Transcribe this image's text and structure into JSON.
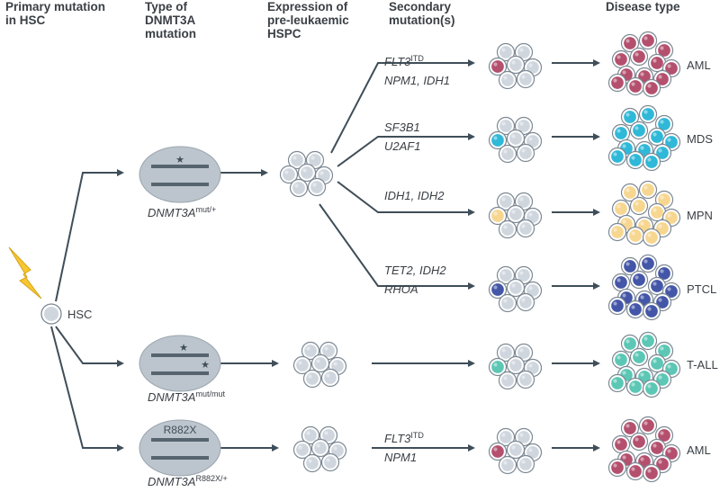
{
  "headers": {
    "primary_mutation": "Primary mutation\nin HSC",
    "dnmt3a_type": "Type of\nDNMT3A\nmutation",
    "expression": "Expression of\npre-leukaemic\nHSPC",
    "secondary": "Secondary\nmutation(s)",
    "disease": "Disease type"
  },
  "hsc_label": "HSC",
  "mutations": {
    "het": {
      "gene": "DNMT3A",
      "superscript": "mut/+"
    },
    "hom": {
      "gene": "DNMT3A",
      "superscript": "mut/mut"
    },
    "r882": {
      "gene": "DNMT3A",
      "superscript": "R882X/+",
      "chromosome_label": "R882X"
    }
  },
  "branches": [
    {
      "line1_gene": "FLT3",
      "line1_sup": "ITD",
      "line2": "NPM1, IDH1",
      "disease": "AML"
    },
    {
      "line1_gene": "SF3B1",
      "line1_sup": "",
      "line2": "U2AF1",
      "disease": "MDS"
    },
    {
      "line1_gene": "IDH1, IDH2",
      "line1_sup": "",
      "line2": "",
      "disease": "MPN"
    },
    {
      "line1_gene": "TET2, IDH2",
      "line1_sup": "",
      "line2": "RHOA",
      "disease": "PTCL"
    },
    {
      "line1_gene": "",
      "line1_sup": "",
      "line2": "",
      "disease": "T-ALL"
    },
    {
      "line1_gene": "FLT3",
      "line1_sup": "ITD",
      "line2": "NPM1",
      "disease": "AML"
    }
  ],
  "colors": {
    "arrow": "#3f4e58",
    "normal_cell": "#cfd6de",
    "normal_cell_inner": "#b9c3cd",
    "AML": "#b4506e",
    "MDS": "#2fb8d8",
    "MPN": "#f7d690",
    "PTCL": "#4456a8",
    "T-ALL": "#5bc7b4",
    "lightning": "#f6c730"
  }
}
